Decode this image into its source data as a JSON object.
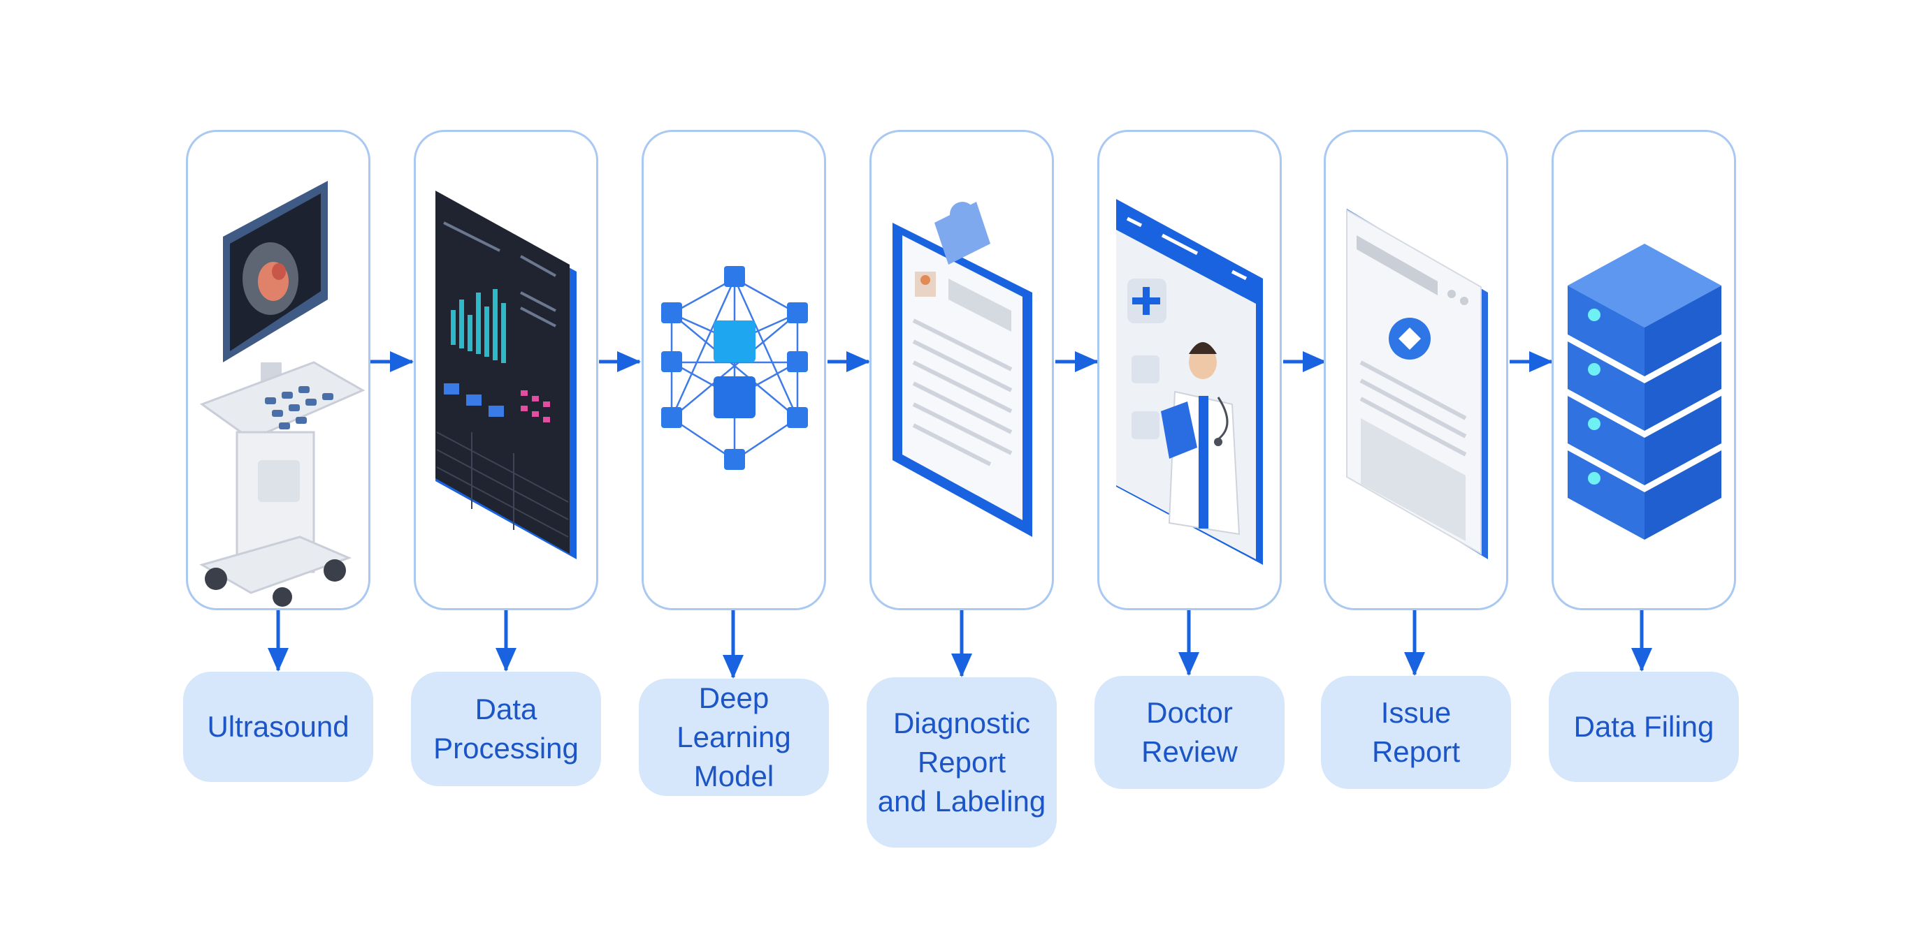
{
  "colors": {
    "accent": "#1a63e0",
    "card_border": "#a9c8f2",
    "label_bg": "#d6e6fb",
    "label_text": "#1b55c6"
  },
  "steps": [
    {
      "label": "Ultrasound",
      "icon": "ultrasound-machine-icon"
    },
    {
      "label": "Data\nProcessing",
      "icon": "data-dashboard-tablet-icon"
    },
    {
      "label": "Deep Learning\nModel",
      "icon": "neural-network-icon"
    },
    {
      "label": "Diagnostic\nReport\nand Labeling",
      "icon": "clipboard-report-icon"
    },
    {
      "label": "Doctor\nReview",
      "icon": "doctor-tablet-icon"
    },
    {
      "label": "Issue\nReport",
      "icon": "issue-report-document-icon"
    },
    {
      "label": "Data Filing",
      "icon": "database-server-icon"
    }
  ]
}
